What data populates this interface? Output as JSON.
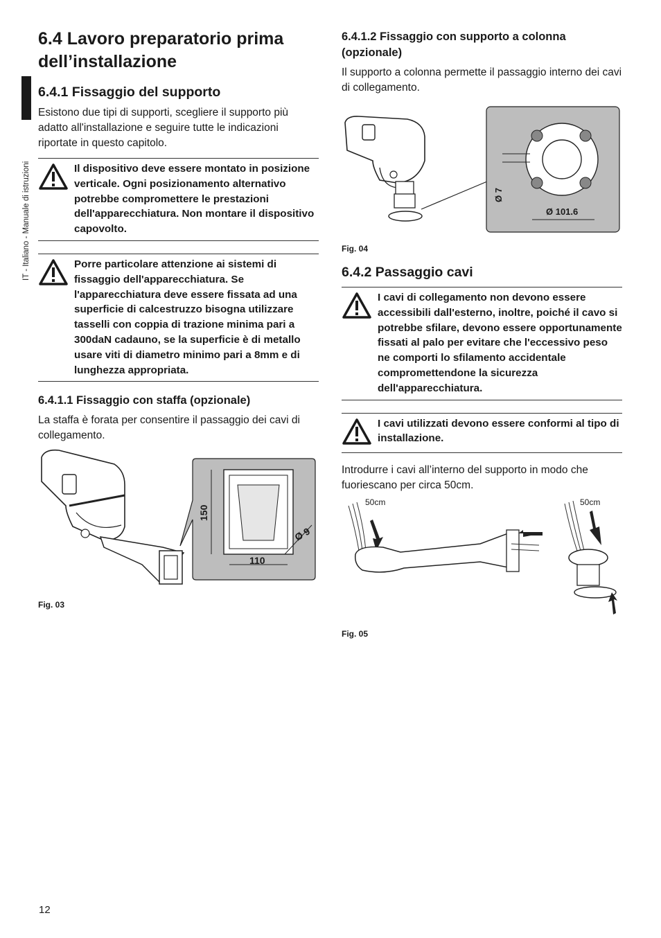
{
  "sidebar": {
    "text": "IT - Italiano - Manuale di istruzioni"
  },
  "page_number": "12",
  "left": {
    "title": "6.4 Lavoro preparatorio prima dell’installazione",
    "s641_title": "6.4.1  Fissaggio del supporto",
    "s641_body": "Esistono due tipi di supporti, scegliere il supporto più adatto all'installazione e seguire tutte le indicazioni riportate in questo capitolo.",
    "warning1": "Il dispositivo deve essere montato in posizione verticale. Ogni posizionamento alternativo potrebbe compromettere le prestazioni dell'apparecchiatura. Non montare il dispositivo capovolto.",
    "warning2": "Porre particolare attenzione ai sistemi di fissaggio dell'apparecchiatura. Se l'apparecchiatura deve essere fissata ad una superficie di calcestruzzo bisogna utilizzare tasselli con coppia di trazione minima pari a 300daN cadauno, se la superficie è di metallo usare viti di diametro minimo pari a 8mm e di lunghezza appropriata.",
    "s6411_title": "6.4.1.1  Fissaggio con staffa (opzionale)",
    "s6411_body": "La staffa è forata per consentire il passaggio dei cavi di collegamento.",
    "fig03": {
      "dim_height": "150",
      "dim_width": "110",
      "dim_hole": "Ø 9",
      "caption": "Fig. 03"
    }
  },
  "right": {
    "s6412_title": "6.4.1.2  Fissaggio con supporto a colonna (opzionale)",
    "s6412_body": "Il supporto a colonna permette il passaggio interno dei cavi di collegamento.",
    "fig04": {
      "dim_hole": "Ø 7",
      "dim_diameter": "Ø 101.6",
      "caption": "Fig. 04"
    },
    "s642_title": "6.4.2  Passaggio cavi",
    "warning3": "I cavi di collegamento non devono essere accessibili dall'esterno, inoltre, poiché il cavo si potrebbe sfilare, devono essere opportunamente fissati al palo per evitare che l'eccessivo peso ne comporti lo sfilamento accidentale compromettendone la sicurezza dell'apparecchiatura.",
    "warning4": "I cavi utilizzati devono essere conformi al tipo di installazione.",
    "body2": "Introdurre i cavi all’interno del supporto in modo che fuoriescano per circa 50cm.",
    "fig05": {
      "label_left": "50cm",
      "label_right": "50cm",
      "caption": "Fig. 05"
    }
  }
}
